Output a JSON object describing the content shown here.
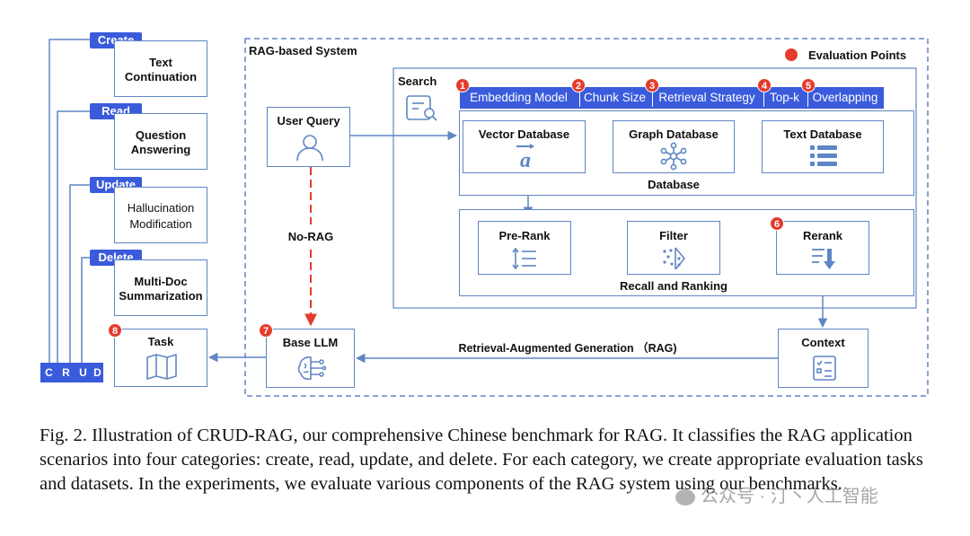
{
  "crud_tasks": [
    {
      "tag": "Create",
      "task_lines": [
        "Text",
        "Continuation"
      ]
    },
    {
      "tag": "Read",
      "task_lines": [
        "Question",
        "Answering"
      ]
    },
    {
      "tag": "Update",
      "task_lines": [
        "Hallucination",
        "Modification"
      ]
    },
    {
      "tag": "Delete",
      "task_lines": [
        "Multi-Doc",
        "Summarization"
      ]
    }
  ],
  "crud_letters": [
    "C",
    "R",
    "U",
    "D"
  ],
  "system_title": "RAG-based System",
  "legend": {
    "label": "Evaluation Points",
    "color": "#e53b2c"
  },
  "search_label": "Search",
  "strategies": [
    {
      "num": "1",
      "label": "Embedding Model"
    },
    {
      "num": "2",
      "label": "Chunk Size"
    },
    {
      "num": "3",
      "label": "Retrieval Strategy"
    },
    {
      "num": "4",
      "label": "Top-k"
    },
    {
      "num": "5",
      "label": "Overlapping"
    }
  ],
  "databases": {
    "group_label": "Database",
    "items": [
      "Vector Database",
      "Graph Database",
      "Text Database"
    ]
  },
  "ranking": {
    "group_label": "Recall and Ranking",
    "items": [
      {
        "label": "Pre-Rank",
        "num": ""
      },
      {
        "label": "Filter",
        "num": ""
      },
      {
        "label": "Rerank",
        "num": "6"
      }
    ]
  },
  "user_query": "User Query",
  "no_rag": "No-RAG",
  "base_llm": {
    "label": "Base LLM",
    "num": "7"
  },
  "task_box": {
    "label": "Task",
    "num": "8"
  },
  "context": "Context",
  "rag_flow_label": "Retrieval-Augmented Generation （RAG)",
  "caption": "Fig. 2.  Illustration of CRUD-RAG, our comprehensive Chinese benchmark for RAG. It classifies the RAG application scenarios into four categories: create, read, update, and delete. For each category, we create appropriate evaluation tasks and datasets. In the experiments, we evaluate various components of the RAG system using our benchmarks.",
  "watermark": "公众号 · 汀丶人工智能",
  "colors": {
    "accent": "#3a5bdc",
    "line": "#5f86c4",
    "red": "#e53b2c"
  }
}
